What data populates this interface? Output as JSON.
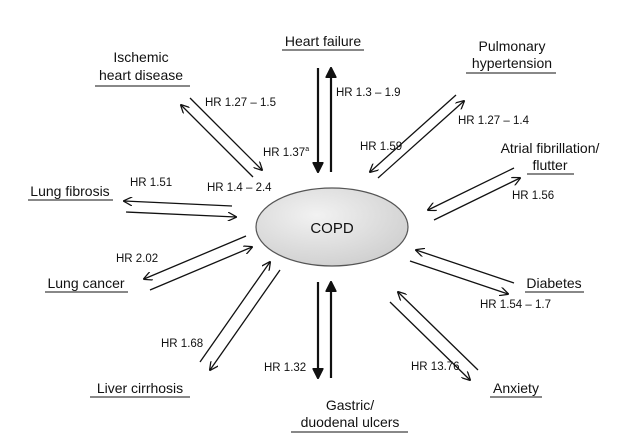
{
  "center": {
    "label": "COPD"
  },
  "nodes": [
    {
      "id": "heart-failure",
      "lines": [
        "Heart failure"
      ],
      "hr": "HR 1.3 – 1.9"
    },
    {
      "id": "ischemic-heart-disease",
      "lines": [
        "Ischemic",
        "heart disease"
      ],
      "hr": "HR 1.27 – 1.5",
      "hr2": "HR 1.4 – 2.4"
    },
    {
      "id": "pulmonary-hypertension",
      "lines": [
        "Pulmonary",
        "hypertension"
      ],
      "hr": "HR 1.27 – 1.4",
      "hr2": "HR 1.59"
    },
    {
      "id": "atrial-fibrillation-flutter",
      "lines": [
        "Atrial fibrillation/",
        "flutter"
      ],
      "hr": "HR 1.56"
    },
    {
      "id": "lung-fibrosis",
      "lines": [
        "Lung fibrosis"
      ],
      "hr": "HR 1.51"
    },
    {
      "id": "lung-cancer",
      "lines": [
        "Lung cancer"
      ],
      "hr": "HR 2.02"
    },
    {
      "id": "diabetes",
      "lines": [
        "Diabetes"
      ],
      "hr": "HR 1.54 – 1.7"
    },
    {
      "id": "liver-cirrhosis",
      "lines": [
        "Liver cirrhosis"
      ],
      "hr": "HR 1.68"
    },
    {
      "id": "gastric-duodenal-ulcers",
      "lines": [
        "Gastric/",
        "duodenal ulcers"
      ],
      "hr": "HR 1.32"
    },
    {
      "id": "anxiety",
      "lines": [
        "Anxiety"
      ],
      "hr": "HR 13.76"
    }
  ],
  "extra_labels": {
    "heart_failure_inner": "HR 1.37",
    "heart_failure_inner_sup": "a"
  }
}
